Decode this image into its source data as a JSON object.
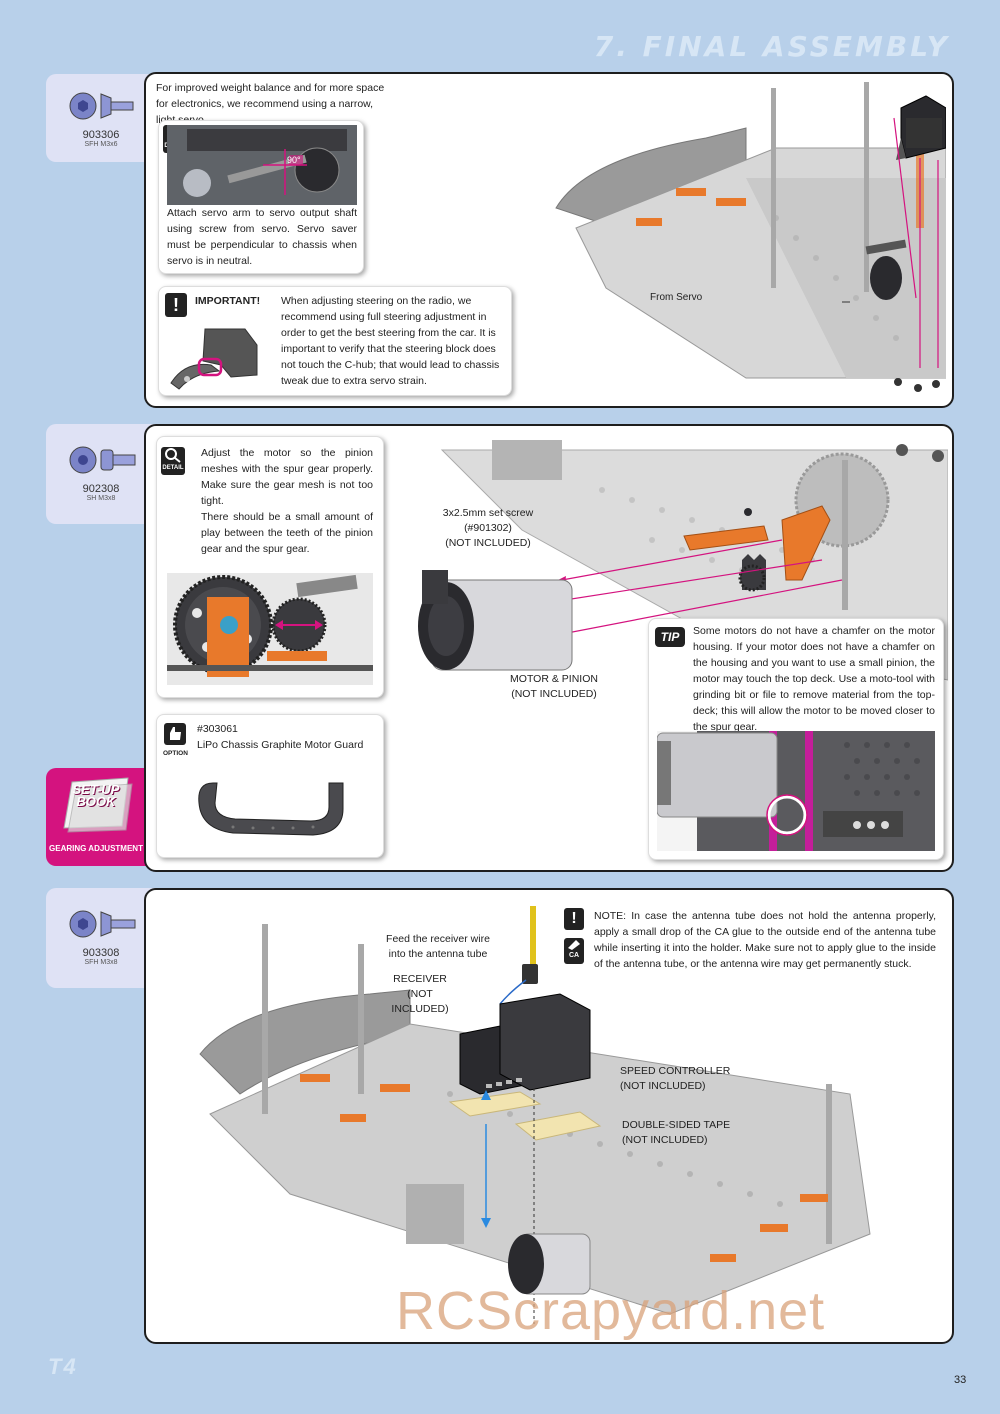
{
  "header": {
    "title": "7. FINAL ASSEMBLY",
    "page_number": "33",
    "logo_text": "T4"
  },
  "watermark": "RCScrapyard.net",
  "section1": {
    "part": {
      "code": "903306",
      "name": "SFH M3x6"
    },
    "intro": "For improved weight balance and for more space for electronics, we recommend using a narrow, light servo.",
    "detail_label": "DETAIL",
    "detail_angle": "90°",
    "detail_text": "Attach servo arm to servo output shaft using screw from servo. Servo saver must be perpendicular to chassis when servo is in neutral.",
    "important_label": "IMPORTANT!",
    "important_text": "When adjusting steering on the radio, we recommend using full steering adjustment in order to get the best steering from the car. It is important to verify that the steering block does not touch the C-hub; that would lead to chassis tweak due to extra servo strain.",
    "callout": "From Servo"
  },
  "section2": {
    "part": {
      "code": "902308",
      "name": "SH M3x8"
    },
    "detail_label": "DETAIL",
    "detail_text1": "Adjust the motor so the pinion meshes with the spur gear properly. Make sure the gear mesh is not too tight.",
    "detail_text2": "There should be a small amount of play between the teeth of the pinion gear and the spur gear.",
    "option_label": "OPTION",
    "option_code": "#303061",
    "option_name": "LiPo Chassis Graphite Motor Guard",
    "setscrew_label_line1": "3x2.5mm set screw (#901302)",
    "setscrew_label_line2": "(NOT INCLUDED)",
    "motor_label_line1": "MOTOR & PINION",
    "motor_label_line2": "(NOT INCLUDED)",
    "tip_label": "TIP",
    "tip_text": "Some motors do not have a chamfer on the motor housing. If your motor does not have a chamfer on the housing and you want to use a small pinion, the motor may touch the top deck. Use a moto-tool with grinding bit or file to remove material from the top-deck; this will allow the motor to be moved closer to the spur gear.",
    "setup_book_label": "SET-UP BOOK",
    "gearing_label": "GEARING ADJUSTMENT"
  },
  "section3": {
    "part": {
      "code": "903308",
      "name": "SFH M3x8"
    },
    "feed_line1": "Feed the receiver wire",
    "feed_line2": "into the antenna tube",
    "receiver_line1": "RECEIVER",
    "receiver_line2": "(NOT INCLUDED)",
    "note_text": "NOTE: In case the antenna tube does not hold the antenna properly, apply a small drop of the CA glue to the outside end of the antenna tube while  inserting it into the holder. Make sure not to apply glue to the inside of the antenna tube, or the antenna wire may get permanently stuck.",
    "ca_label": "CA",
    "speed_line1": "SPEED CONTROLLER",
    "speed_line2": "(NOT INCLUDED)",
    "tape_line1": "DOUBLE-SIDED TAPE",
    "tape_line2": "(NOT INCLUDED)"
  },
  "colors": {
    "background": "#b8d0ea",
    "tab": "#dfe2f5",
    "accent_magenta": "#d4137f",
    "orange_parts": "#e8792b",
    "graphite": "#555555"
  }
}
